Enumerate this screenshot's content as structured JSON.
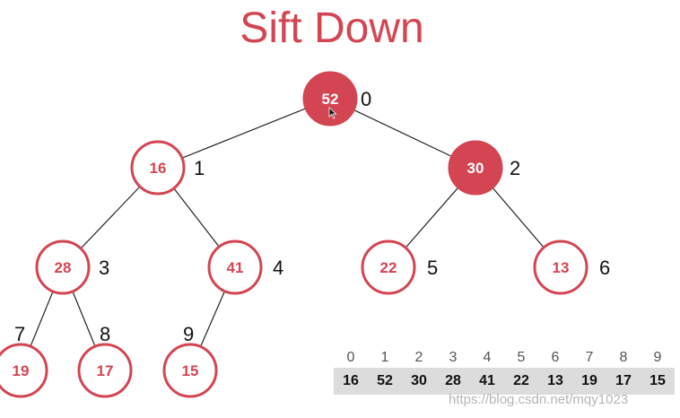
{
  "title": "Sift Down",
  "tree": {
    "nodes": [
      {
        "value": "52",
        "index": "0",
        "highlight": true
      },
      {
        "value": "16",
        "index": "1",
        "highlight": false
      },
      {
        "value": "30",
        "index": "2",
        "highlight": true
      },
      {
        "value": "28",
        "index": "3",
        "highlight": false
      },
      {
        "value": "41",
        "index": "4",
        "highlight": false
      },
      {
        "value": "22",
        "index": "5",
        "highlight": false
      },
      {
        "value": "13",
        "index": "6",
        "highlight": false
      },
      {
        "value": "19",
        "index": "7",
        "highlight": false
      },
      {
        "value": "17",
        "index": "8",
        "highlight": false
      },
      {
        "value": "15",
        "index": "9",
        "highlight": false
      }
    ],
    "edges": [
      [
        0,
        1
      ],
      [
        0,
        2
      ],
      [
        1,
        3
      ],
      [
        1,
        4
      ],
      [
        2,
        5
      ],
      [
        2,
        6
      ],
      [
        3,
        7
      ],
      [
        3,
        8
      ],
      [
        4,
        9
      ]
    ]
  },
  "array": {
    "indices": [
      "0",
      "1",
      "2",
      "3",
      "4",
      "5",
      "6",
      "7",
      "8",
      "9"
    ],
    "values": [
      "16",
      "52",
      "30",
      "28",
      "41",
      "22",
      "13",
      "19",
      "17",
      "15"
    ]
  },
  "watermark": "https://blog.csdn.net/mqy1023",
  "colors": {
    "accent": "#d34552",
    "array_background": "#dcdcdc"
  }
}
